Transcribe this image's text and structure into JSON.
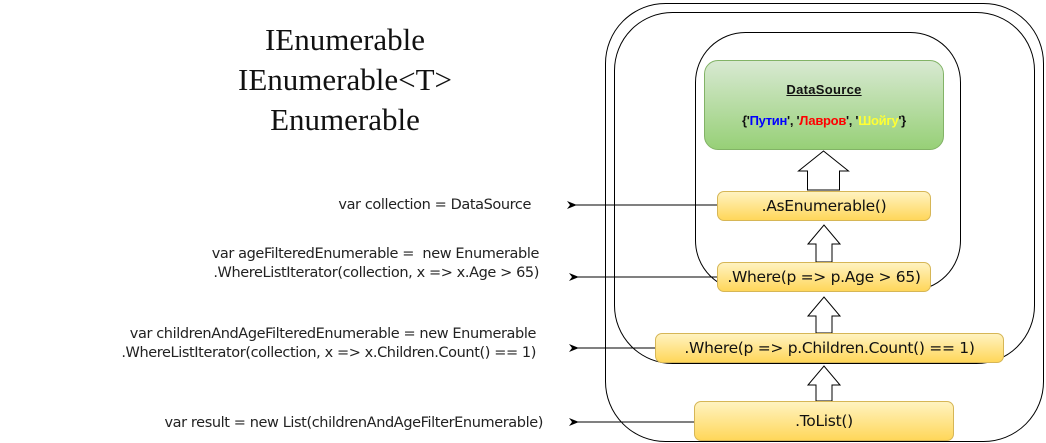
{
  "title": {
    "lines": [
      "IEnumerable",
      "IEnumerable<T>",
      "Enumerable"
    ]
  },
  "code": {
    "collection": "var collection = DataSource",
    "age_filtered": "var ageFilteredEnumerable =  new Enumerable\n.WhereListIterator(collection, x => x.Age > 65)",
    "children_filtered": "var childrenAndAgeFilteredEnumerable = new Enumerable\n.WhereListIterator(collection, x => x.Children.Count() == 1)",
    "result": "var result = new List(childrenAndAgeFilterEnumerable)"
  },
  "datasource": {
    "title": "DataSource",
    "open": "{'",
    "sep1": "', '",
    "sep2": "', '",
    "close": "'}",
    "items": [
      {
        "name": "Путин",
        "color": "#0000ff"
      },
      {
        "name": "Лавров",
        "color": "#ff0000"
      },
      {
        "name": "Шойгу",
        "color": "#ffff33"
      }
    ]
  },
  "pipeline": {
    "as_enumerable": ".AsEnumerable()",
    "where_age": ".Where(p => p.Age > 65)",
    "where_children": ".Where(p => p.Children.Count() == 1)",
    "to_list": ".ToList()"
  },
  "colors": {
    "yellow_fill": "#ffd75a",
    "yellow_border": "#d6b656",
    "green_fill": "#97d077",
    "green_border": "#82b366"
  }
}
